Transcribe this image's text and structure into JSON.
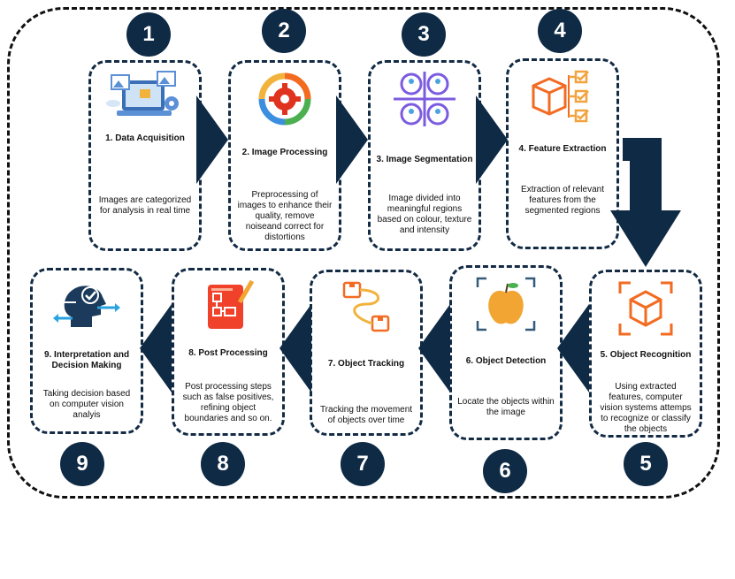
{
  "steps": [
    {
      "num": "1",
      "title": "1. Data Acquisition",
      "desc": "Images are categorized for analysis in real time",
      "icon": "laptop-images-icon"
    },
    {
      "num": "2",
      "title": "2. Image Processing",
      "desc": "Preprocessing of images to enhance their quality, remove noiseand correct for distortions",
      "icon": "gear-cycle-icon"
    },
    {
      "num": "3",
      "title": "3. Image Segmentation",
      "desc": "Image divided into meaningful regions based on colour, texture and intensity",
      "icon": "network-people-icon"
    },
    {
      "num": "4",
      "title": "4. Feature Extraction",
      "desc": "Extraction of relevant features from the segmented regions",
      "icon": "box-checklist-icon"
    },
    {
      "num": "5",
      "title": "5. Object Recognition",
      "desc": "Using extracted features, computer vision systems attemps to recognize or classify the objects",
      "icon": "cube-frame-icon"
    },
    {
      "num": "6",
      "title": "6. Object Detection",
      "desc": "Locate the objects within the image",
      "icon": "apple-frame-icon"
    },
    {
      "num": "7",
      "title": "7. Object Tracking",
      "desc": "Tracking the movement of objects over time",
      "icon": "boxes-path-icon"
    },
    {
      "num": "8",
      "title": "8. Post Processing",
      "desc": "Post processing steps such as false positives, refining object boundaries and so on.",
      "icon": "edit-board-icon"
    },
    {
      "num": "9",
      "title": "9. Interpretation and Decision Making",
      "desc": "Taking decision based on computer vision analyis",
      "icon": "head-decision-icon"
    }
  ],
  "colors": {
    "navy": "#0f2a45",
    "orange": "#f26b21",
    "purple": "#7b5ce0"
  }
}
